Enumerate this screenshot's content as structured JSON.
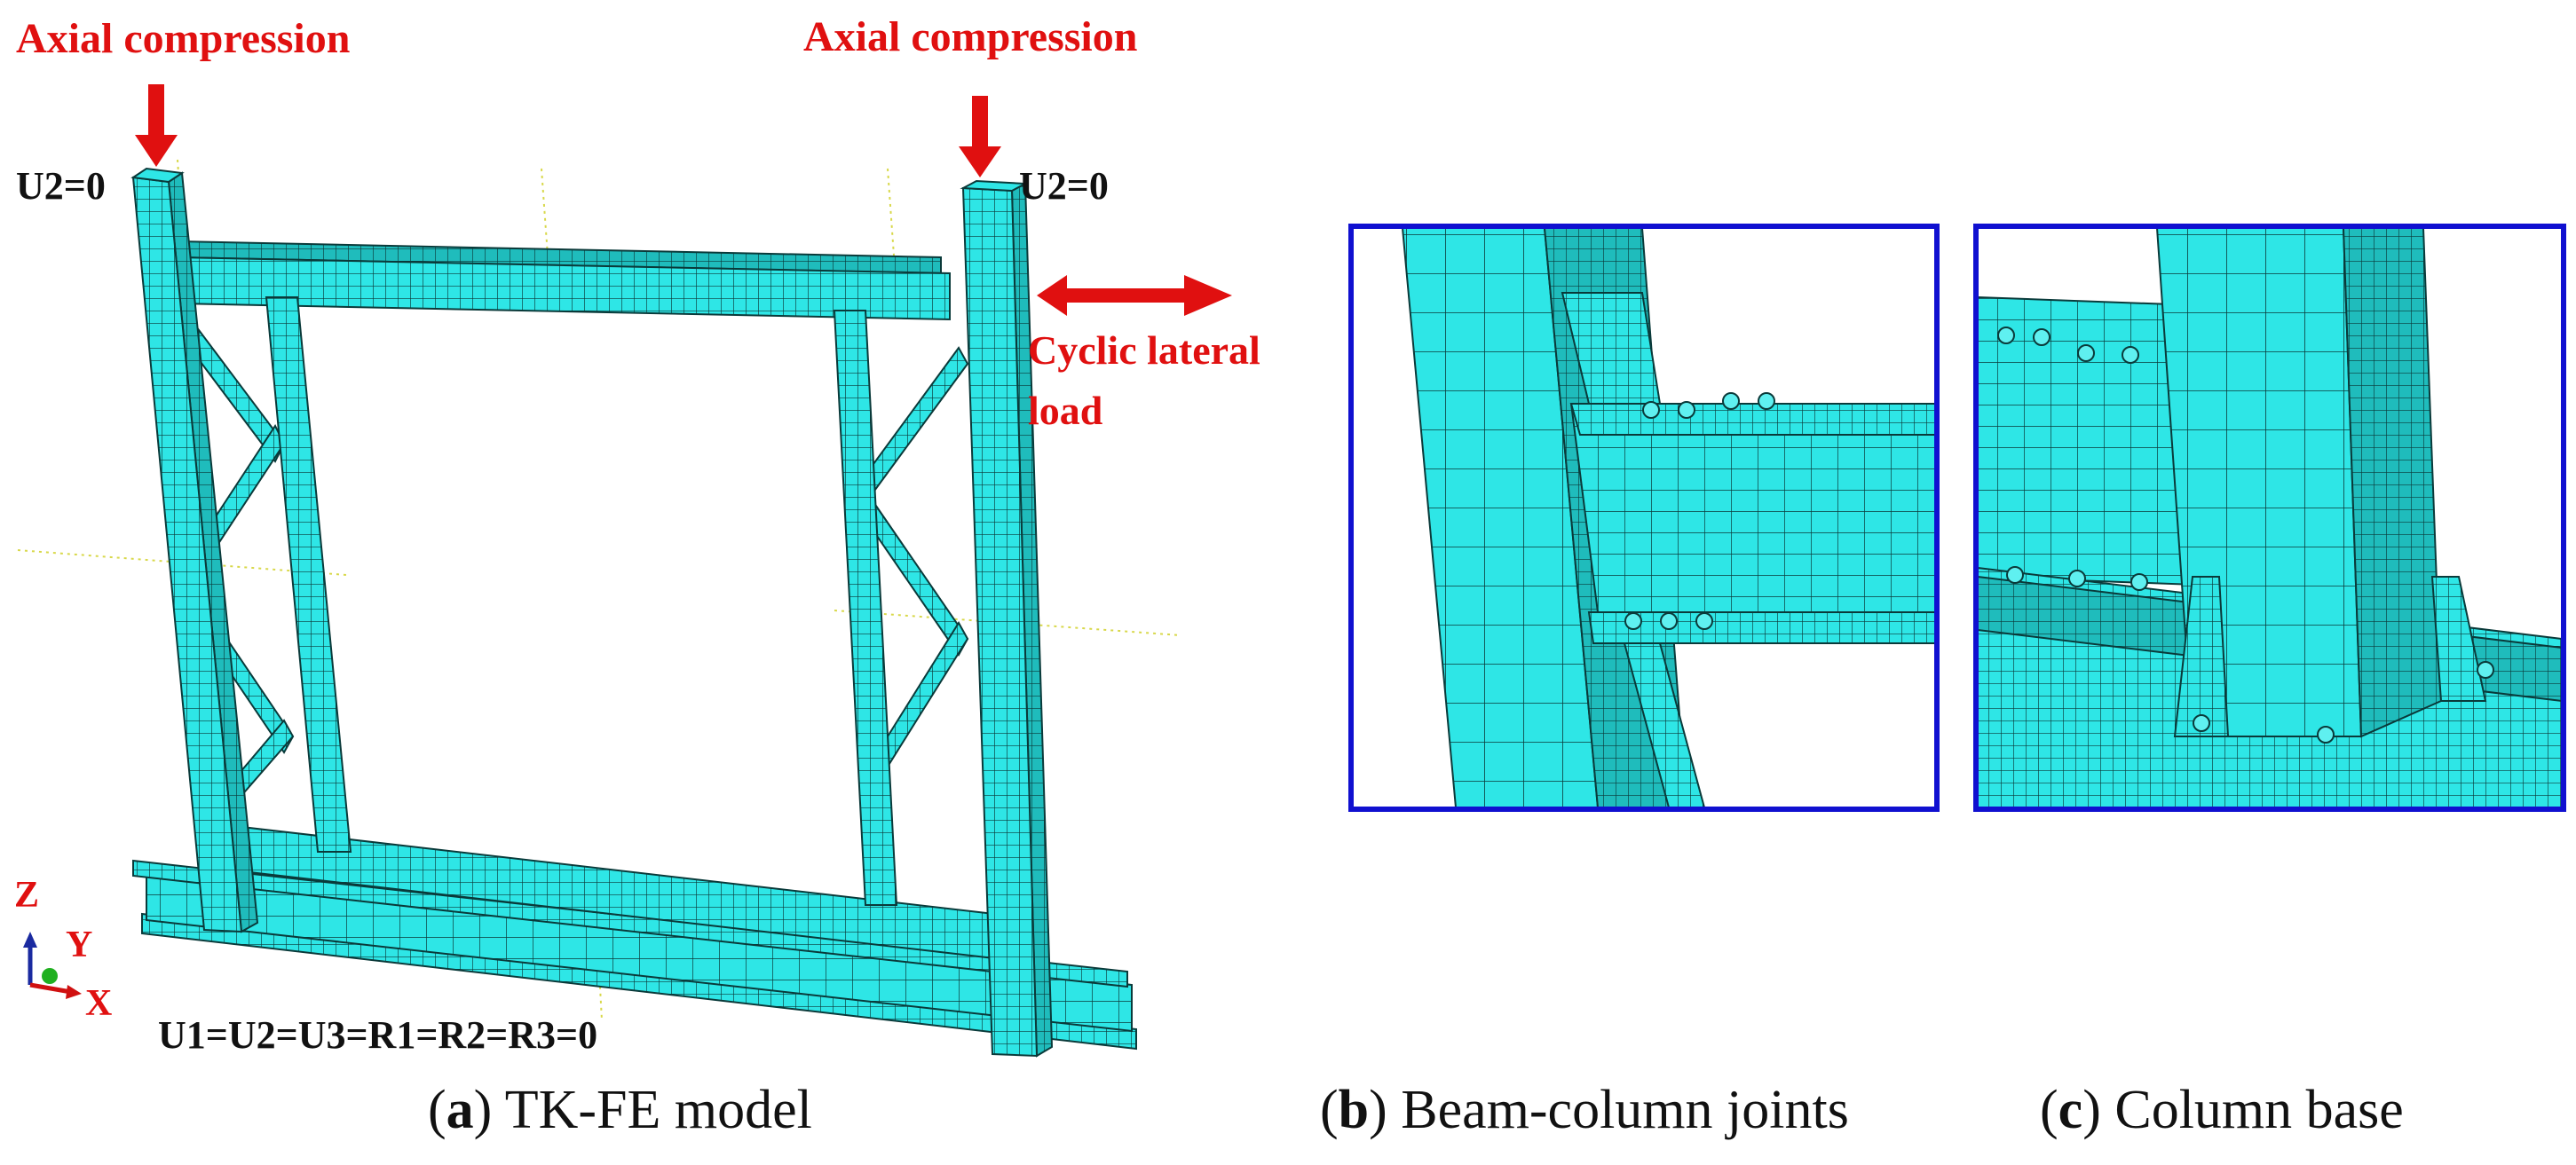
{
  "panel_a": {
    "load_left": "Axial compression",
    "load_right": "Axial compression",
    "bc_top_left": "U2=0",
    "bc_top_right": "U2=0",
    "lateral_load_line1": "Cyclic lateral",
    "lateral_load_line2": "load",
    "bc_base": "U1=U2=U3=R1=R2=R3=0",
    "axis_z": "Z",
    "axis_y": "Y",
    "axis_x": "X",
    "caption_letter": "a",
    "caption_text": " TK-FE model"
  },
  "panel_b": {
    "caption_letter": "b",
    "caption_text": " Beam-column joints"
  },
  "panel_c": {
    "caption_letter": "c",
    "caption_text": " Column base"
  },
  "colors": {
    "mesh_fill": "#2ee6e6",
    "mesh_line": "#0a3a3a",
    "load_arrow": "#e01010",
    "inset_border": "#1010d0"
  }
}
